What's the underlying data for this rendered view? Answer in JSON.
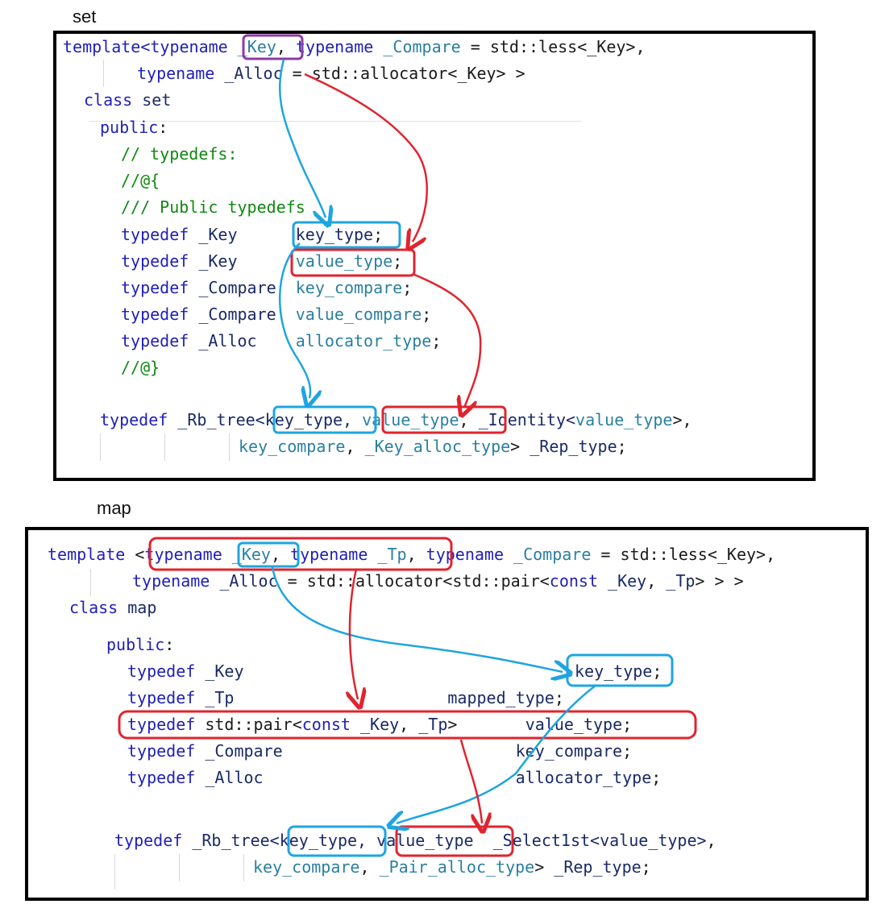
{
  "set_label": "set",
  "map_label": "map",
  "set_code": [
    [
      [
        "kw",
        "template<typename "
      ],
      [
        "id",
        "_Key"
      ],
      [
        "pl",
        ", "
      ],
      [
        "kw",
        "typename "
      ],
      [
        "id",
        "_Compare"
      ],
      [
        "pl",
        " = std::less<_Key>,"
      ]
    ],
    [
      [
        "kw",
        "typename "
      ],
      [
        "tp",
        "_Alloc"
      ],
      [
        "pl",
        " = std::allocator<_Key> >"
      ]
    ],
    [
      [
        "kw",
        "class "
      ],
      [
        "tp",
        "set"
      ]
    ],
    [
      [
        "kw",
        "public"
      ],
      [
        "pl",
        ":"
      ]
    ],
    [
      [
        "cm",
        "// typedefs:"
      ]
    ],
    [
      [
        "cm",
        "//@{"
      ]
    ],
    [
      [
        "cm",
        "/// Public typedefs"
      ]
    ],
    [
      [
        "kw",
        "typedef "
      ],
      [
        "tp",
        "_Key      "
      ],
      [
        "tp",
        "key_type"
      ],
      [
        "pl",
        ";"
      ]
    ],
    [
      [
        "kw",
        "typedef "
      ],
      [
        "tp",
        "_Key      "
      ],
      [
        "id",
        "value_type"
      ],
      [
        "pl",
        ";"
      ]
    ],
    [
      [
        "kw",
        "typedef "
      ],
      [
        "tp",
        "_Compare  "
      ],
      [
        "id",
        "key_compare"
      ],
      [
        "pl",
        ";"
      ]
    ],
    [
      [
        "kw",
        "typedef "
      ],
      [
        "tp",
        "_Compare  "
      ],
      [
        "id",
        "value_compare"
      ],
      [
        "pl",
        ";"
      ]
    ],
    [
      [
        "kw",
        "typedef "
      ],
      [
        "tp",
        "_Alloc    "
      ],
      [
        "id",
        "allocator_type"
      ],
      [
        "pl",
        ";"
      ]
    ],
    [
      [
        "cm",
        "//@}"
      ]
    ],
    [
      [
        "kw",
        "typedef "
      ],
      [
        "tp",
        "_Rb_tree<key_type, "
      ],
      [
        "id",
        "value_type"
      ],
      [
        "pl",
        ", "
      ],
      [
        "tp",
        "_Identity<"
      ],
      [
        "id",
        "value_type"
      ],
      [
        "pl",
        ">,"
      ]
    ],
    [
      [
        "id",
        "key_compare"
      ],
      [
        "pl",
        ", "
      ],
      [
        "id",
        "_Key_alloc_type"
      ],
      [
        "pl",
        "> "
      ],
      [
        "tp",
        "_Rep_type"
      ],
      [
        "pl",
        ";"
      ]
    ]
  ],
  "map_code": [
    [
      [
        "kw",
        "template "
      ],
      [
        "pl",
        "<"
      ],
      [
        "kw",
        "typename "
      ],
      [
        "id",
        "_Key"
      ],
      [
        "pl",
        ", "
      ],
      [
        "kw",
        "typename "
      ],
      [
        "id",
        "_Tp"
      ],
      [
        "pl",
        ", "
      ],
      [
        "kw",
        "typename "
      ],
      [
        "id",
        "_Compare"
      ],
      [
        "pl",
        " = std::less<_Key>,"
      ]
    ],
    [
      [
        "kw",
        "typename "
      ],
      [
        "tp",
        "_Alloc"
      ],
      [
        "pl",
        " = std::allocator<std::pair<"
      ],
      [
        "kw",
        "const "
      ],
      [
        "tp",
        "_Key"
      ],
      [
        "pl",
        ", "
      ],
      [
        "tp",
        "_Tp"
      ],
      [
        "pl",
        "> > >"
      ]
    ],
    [
      [
        "kw",
        "class "
      ],
      [
        "tp",
        "map"
      ]
    ],
    [
      [
        "kw",
        "public"
      ],
      [
        "pl",
        ":"
      ]
    ],
    [
      [
        "kw",
        "typedef "
      ],
      [
        "tp",
        "_Key"
      ]
    ],
    [
      [
        "kw",
        "typedef "
      ],
      [
        "tp",
        "_Tp"
      ],
      [
        "pl",
        "                      "
      ],
      [
        "tp",
        "mapped_type"
      ],
      [
        "pl",
        ";"
      ]
    ],
    [
      [
        "kw",
        "typedef "
      ],
      [
        "pl",
        "std::pair<"
      ],
      [
        "kw",
        "const "
      ],
      [
        "tp",
        "_Key"
      ],
      [
        "pl",
        ", "
      ],
      [
        "tp",
        "_Tp"
      ],
      [
        "pl",
        ">       "
      ],
      [
        "tp",
        "value_type"
      ],
      [
        "pl",
        ";"
      ]
    ],
    [
      [
        "kw",
        "typedef "
      ],
      [
        "tp",
        "_Compare"
      ],
      [
        "pl",
        "                        "
      ],
      [
        "tp",
        "key_compare"
      ],
      [
        "pl",
        ";"
      ]
    ],
    [
      [
        "kw",
        "typedef "
      ],
      [
        "tp",
        "_Alloc"
      ],
      [
        "pl",
        "                          "
      ],
      [
        "tp",
        "allocator_type"
      ],
      [
        "pl",
        ";"
      ]
    ],
    [
      [
        "kw",
        "typedef "
      ],
      [
        "tp",
        "_Rb_tree<key_type, "
      ],
      [
        "tp",
        "value_type"
      ],
      [
        "pl",
        "  "
      ],
      [
        "tp",
        "_Select1st<value_type>"
      ],
      [
        "pl",
        ","
      ]
    ],
    [
      [
        "id",
        "key_compare"
      ],
      [
        "pl",
        ", "
      ],
      [
        "id",
        "_Pair_alloc_type"
      ],
      [
        "pl",
        "> "
      ],
      [
        "tp",
        "_Rep_type"
      ],
      [
        "pl",
        ";"
      ]
    ]
  ],
  "map_key_type_line": [
    [
      "tp",
      "key_type"
    ],
    [
      "pl",
      ";"
    ]
  ],
  "colors": {
    "blue_arrow": "#1ea5e0",
    "red_arrow": "#e0242e",
    "purple_box": "#8e3aa6"
  }
}
